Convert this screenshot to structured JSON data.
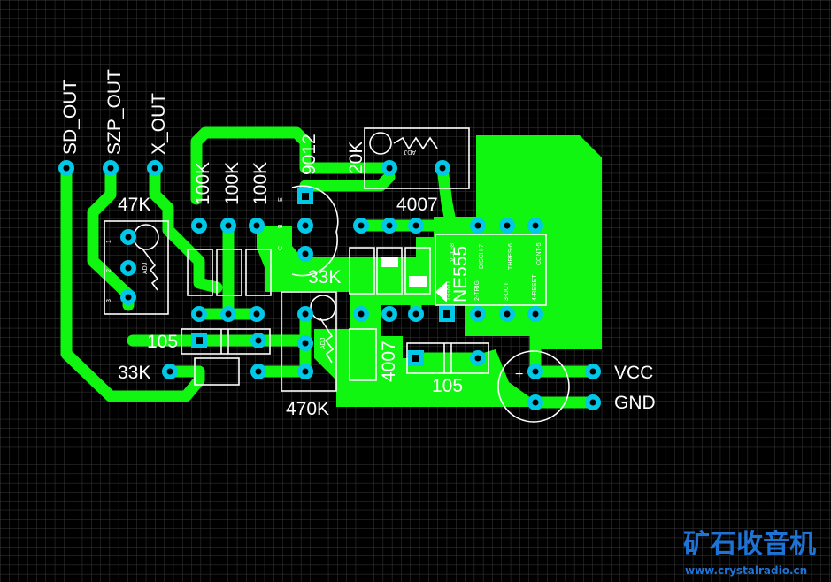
{
  "colors": {
    "background": "#000000",
    "grid": "#3a3a3a",
    "copper": "#11f611",
    "pad": "#00c8e6",
    "silkscreen": "#ffffff",
    "watermark": "#1e73d6"
  },
  "labels": {
    "sd_out": "SD_OUT",
    "szp_out": "SZP_OUT",
    "x_out": "X_OUT",
    "r_47k": "47K",
    "r_100k_1": "100K",
    "r_100k_2": "100K",
    "r_100k_3": "100K",
    "q_9012": "9012",
    "pot_20k": "20K",
    "d_4007_top": "4007",
    "r_33k_mid": "33K",
    "ic_ne555": "NE555",
    "c_105_left": "105",
    "r_33k_left": "33K",
    "pot_470k": "470K",
    "d_4007_bottom": "4007",
    "c_105_bottom": "105",
    "vcc": "VCC",
    "gnd": "GND",
    "transistor_e": "E",
    "transistor_b": "B",
    "transistor_c": "C",
    "pot_adj": "ADJ",
    "pin_1": "1",
    "pin_2": "2",
    "pin_3": "3",
    "pin_vcc8": "VCC-8",
    "pin_disch7": "DISCH-7",
    "pin_thres6": "THRES-6",
    "pin_cont5": "CONT-5",
    "pin_reset4": "4-RESET",
    "pin_out3": "3-OUT",
    "pin_trig2": "2-TRIG",
    "pin_gnd1": "1-GND",
    "polarity_plus": "+"
  },
  "watermark": {
    "title": "矿石收音机",
    "url": "www.crystalradio.cn"
  }
}
